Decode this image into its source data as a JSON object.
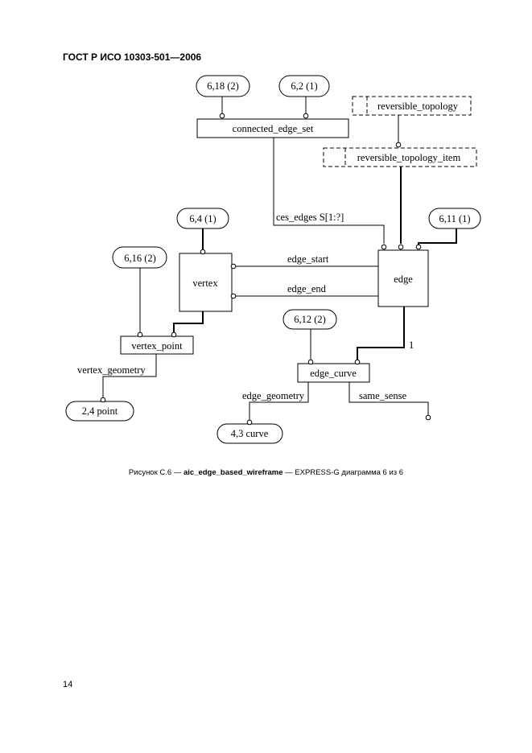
{
  "header": {
    "doc_number": "ГОСТ Р ИСО 10303-501—2006"
  },
  "caption": {
    "prefix": "Рисунок С.6 —",
    "schema": "aic_edge_based_wireframe",
    "suffix": "— EXPRESS-G диаграмма 6 из 6"
  },
  "page_number": "14",
  "diagram": {
    "entities": {
      "connected_edge_set": "connected_edge_set",
      "reversible_topology": "reversible_topology",
      "reversible_topology_item": "reversible_topology_item",
      "vertex": "vertex",
      "edge": "edge",
      "vertex_point": "vertex_point",
      "edge_curve": "edge_curve"
    },
    "refs": {
      "r_6_18": "6,18 (2)",
      "r_6_2": "6,2 (1)",
      "r_6_4": "6,4 (1)",
      "r_6_16": "6,16 (2)",
      "r_6_11": "6,11 (1)",
      "r_6_12": "6,12 (2)",
      "r_2_4": "2,4 point",
      "r_4_3": "4,3 curve"
    },
    "attributes": {
      "ces_edges": "ces_edges S[1:?]",
      "edge_start": "edge_start",
      "edge_end": "edge_end",
      "vertex_geometry": "vertex_geometry",
      "edge_geometry": "edge_geometry",
      "same_sense": "same_sense",
      "cardinality_one": "1"
    }
  }
}
